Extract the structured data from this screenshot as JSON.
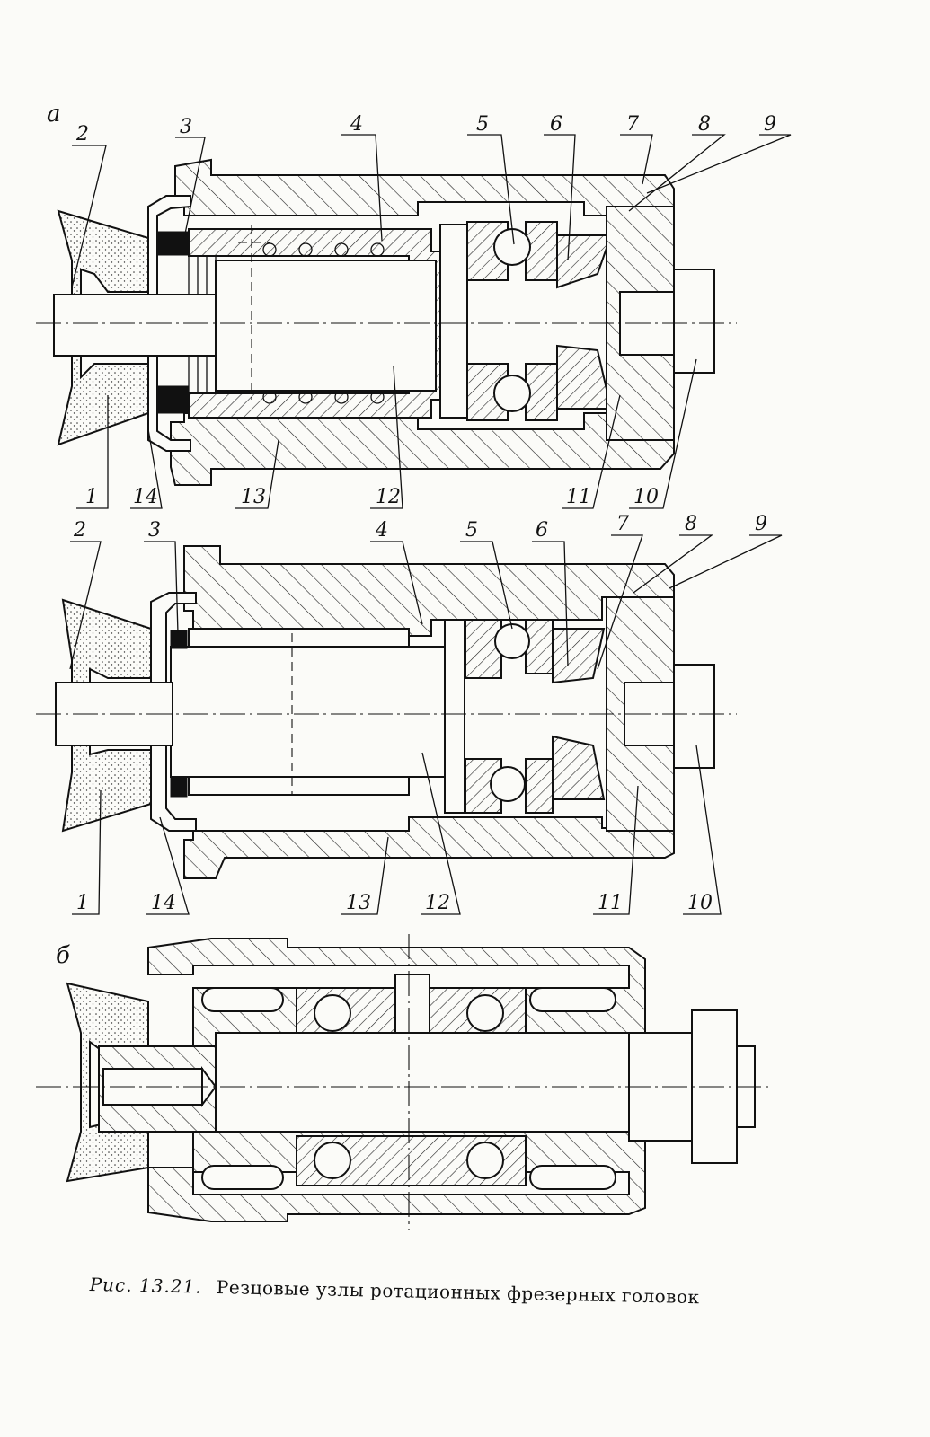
{
  "figure": {
    "views": [
      {
        "id": "a",
        "label": "а",
        "callouts": [
          "1",
          "2",
          "3",
          "4",
          "5",
          "6",
          "7",
          "8",
          "9",
          "10",
          "11",
          "12",
          "13",
          "14"
        ]
      },
      {
        "id": "a2",
        "label": "",
        "callouts": [
          "1",
          "2",
          "3",
          "4",
          "5",
          "6",
          "7",
          "8",
          "9",
          "10",
          "11",
          "12",
          "13",
          "14"
        ]
      },
      {
        "id": "b",
        "label": "б",
        "callouts": []
      }
    ],
    "caption": {
      "prefix": "Рис. 13.21.",
      "text": "Резцовые узлы ротационных фрезерных головок"
    }
  }
}
